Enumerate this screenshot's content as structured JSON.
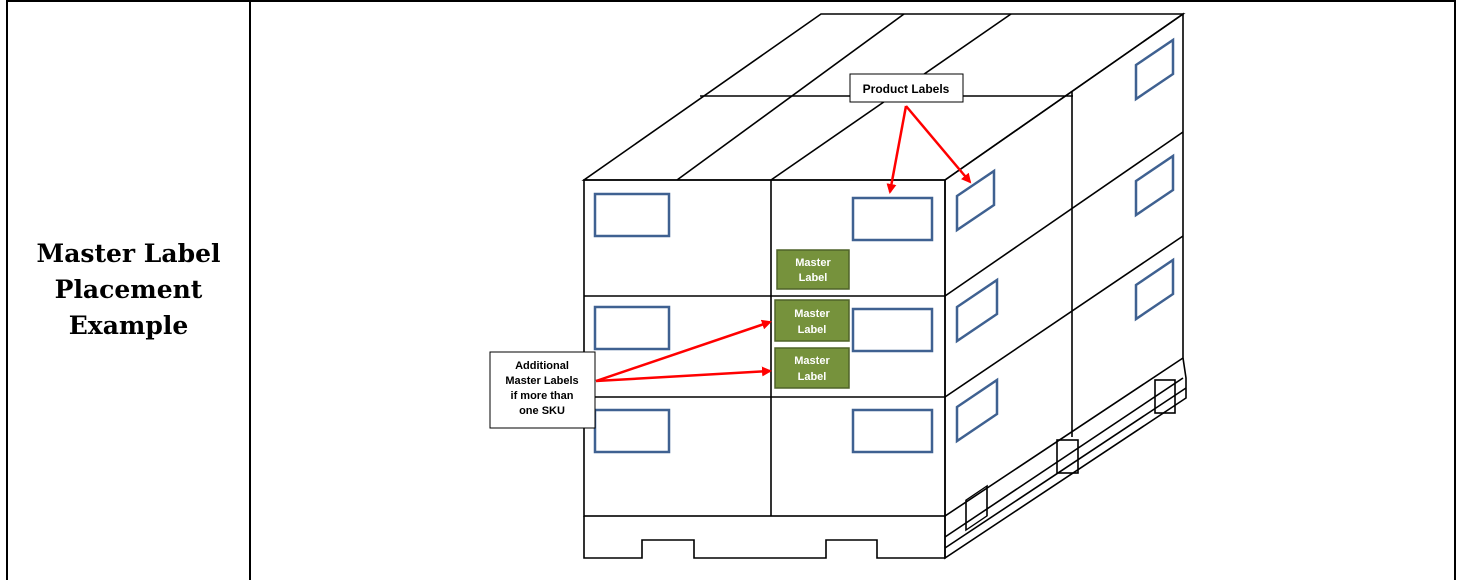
{
  "row_label": "Master Label Placement Example",
  "callouts": {
    "product_labels": "Product Labels",
    "additional_lines": [
      "Additional",
      "Master Labels",
      "if more than",
      "one SKU"
    ]
  },
  "master_labels": [
    [
      "Master",
      "Label"
    ],
    [
      "Master",
      "Label"
    ],
    [
      "Master",
      "Label"
    ]
  ],
  "colors": {
    "outline": "#000000",
    "label_box": "#3f6191",
    "master_fill": "#76923c",
    "master_border": "#4f6228",
    "arrow": "#ff0000"
  }
}
